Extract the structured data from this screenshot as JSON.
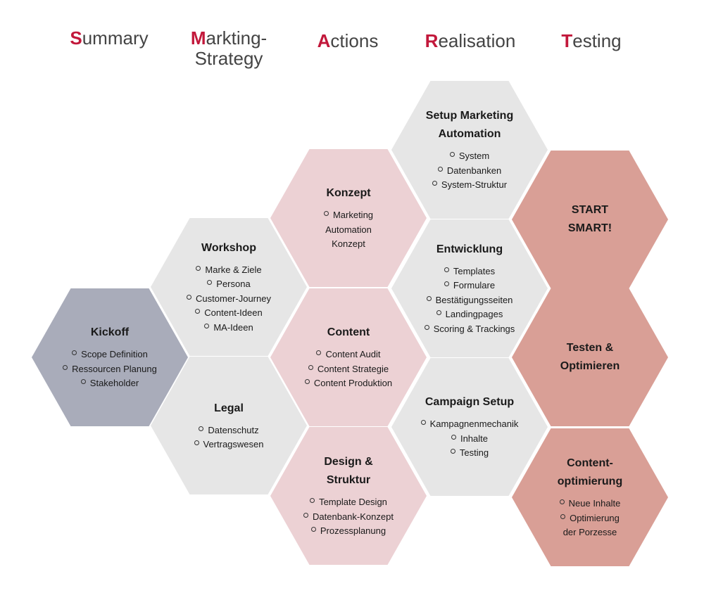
{
  "phases": [
    {
      "initial": "S",
      "rest": "ummary"
    },
    {
      "initial": "M",
      "rest": "arkting-\nStrategy"
    },
    {
      "initial": "A",
      "rest": "ctions"
    },
    {
      "initial": "R",
      "rest": "ealisation"
    },
    {
      "initial": "T",
      "rest": "esting"
    }
  ],
  "colors": {
    "accent": "#c2183b",
    "slate": "#a9acba",
    "grey": "#e6e6e6",
    "pink": "#ecd1d4",
    "rose": "#d99f96"
  },
  "hexes": [
    {
      "id": "kickoff",
      "color": "slate",
      "title": "Kickoff",
      "items": [
        "Scope Definition",
        "Ressourcen Planung",
        "Stakeholder"
      ]
    },
    {
      "id": "workshop",
      "color": "grey",
      "title": "Workshop",
      "items": [
        "Marke & Ziele",
        "Persona",
        "Customer-Journey",
        "Content-Ideen",
        "MA-Ideen"
      ]
    },
    {
      "id": "legal",
      "color": "grey",
      "title": "Legal",
      "items": [
        "Datenschutz",
        "Vertragswesen"
      ]
    },
    {
      "id": "konzept",
      "color": "pink",
      "title": "Konzept",
      "items": [
        "Marketing\nAutomation\nKonzept"
      ]
    },
    {
      "id": "content",
      "color": "pink",
      "title": "Content",
      "items": [
        "Content Audit",
        "Content Strategie",
        "Content Produktion"
      ]
    },
    {
      "id": "design",
      "color": "pink",
      "title": "Design &\nStruktur",
      "items": [
        "Template Design",
        "Datenbank-Konzept",
        "Prozessplanung"
      ]
    },
    {
      "id": "setup-ma",
      "color": "grey",
      "title": "Setup Marketing\nAutomation",
      "items": [
        "System",
        "Datenbanken",
        "System-Struktur"
      ]
    },
    {
      "id": "entwicklung",
      "color": "grey",
      "title": "Entwicklung",
      "items": [
        "Templates",
        "Formulare",
        "Bestätigungsseiten",
        "Landingpages",
        "Scoring & Trackings"
      ]
    },
    {
      "id": "campaign",
      "color": "grey",
      "title": "Campaign Setup",
      "items": [
        "Kampagnenmechanik",
        "Inhalte",
        "Testing"
      ]
    },
    {
      "id": "start",
      "color": "rose",
      "title": "START\nSMART!",
      "items": []
    },
    {
      "id": "testen",
      "color": "rose",
      "title": "Testen &\nOptimieren",
      "items": []
    },
    {
      "id": "content-opt",
      "color": "rose",
      "title": "Content-\noptimierung",
      "items": [
        "Neue Inhalte",
        "Optimierung\nder Porzesse"
      ]
    }
  ]
}
